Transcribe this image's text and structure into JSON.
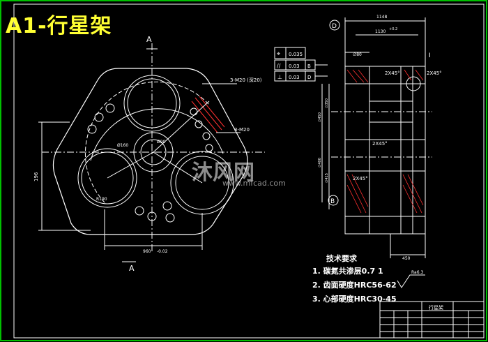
{
  "title": "A1-行星架",
  "watermark": {
    "brand": "沐风网",
    "url": "www.mfcad.com"
  },
  "colors": {
    "background": "#000000",
    "lines": "#ffffff",
    "title": "#ffff33",
    "frame": "#00c000",
    "section_hatch": "#ff3030",
    "dimension": "#ffffff"
  },
  "front_view": {
    "section_mark_top": "A",
    "section_mark_bottom": "A",
    "callout_holes_1": "3-M20 (深20)",
    "callout_holes_2": "3-M20",
    "dim_diameter_1": "Ø160",
    "dim_diameter_2": "Ø90",
    "dim_radius": "R190",
    "dim_left_vertical": "196",
    "dim_bottom_horizontal": "960",
    "dim_bottom_tolerance": "-0.02"
  },
  "gdt": [
    {
      "symbol": "⌖",
      "value": "0.035",
      "datum": ""
    },
    {
      "symbol": "//",
      "value": "0.03",
      "datum": "B"
    },
    {
      "symbol": "⊥",
      "value": "0.03",
      "datum": "D"
    }
  ],
  "section_view": {
    "datum_top": "D",
    "datum_bottom": "B",
    "detail_mark": "I",
    "dim_overall_width": "1148",
    "dim_inner_width": "1130",
    "dim_inner_tolerance": "+0.2",
    "dim_left_top": "∅80",
    "chamfer_1": "2X45°",
    "chamfer_2": "2X45°",
    "chamfer_3": "2X45°",
    "chamfer_4": "2X45°",
    "dim_vertical_1": "∅450",
    "dim_vertical_2": "∅350",
    "dim_vertical_3": "∅400",
    "dim_vertical_4": "∅415",
    "dim_bottom": "450"
  },
  "tech_requirements": {
    "title": "技术要求",
    "items": [
      "1. 碳氮共渗层0.7 1",
      "2. 齿面硬度HRC56-62",
      "3. 心部硬度HRC30-45"
    ],
    "roughness_label": "Ra6.3"
  },
  "title_block": {
    "label": "行星架"
  }
}
